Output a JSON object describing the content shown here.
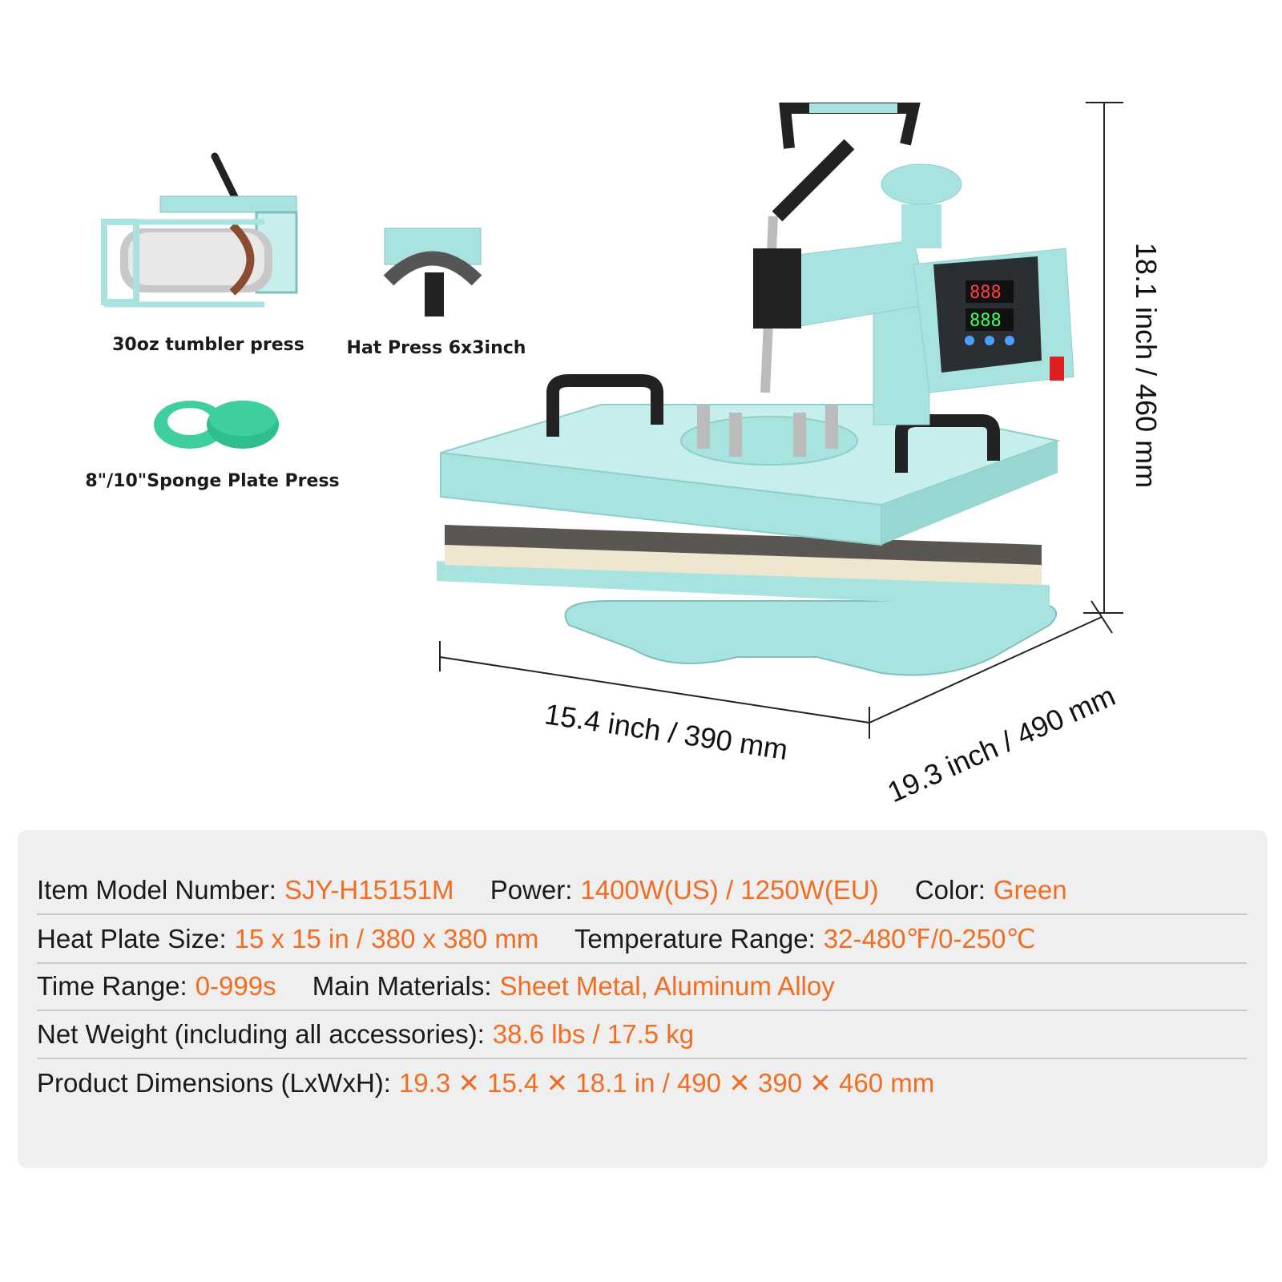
{
  "accessories": {
    "tumbler_label": "30oz tumbler press",
    "hat_label": "Hat Press 6x3inch",
    "sponge_label": "8\"/10\"Sponge Plate Press"
  },
  "dimensions": {
    "width": "15.4 inch / 390 mm",
    "depth": "19.3 inch / 490 mm",
    "height": "18.1 inch / 460 mm"
  },
  "specs": {
    "model": {
      "label": "Item Model Number:",
      "value": "SJY-H15151M"
    },
    "power": {
      "label": "Power:",
      "value": "1400W(US) / 1250W(EU)"
    },
    "color": {
      "label": "Color:",
      "value": "Green"
    },
    "plate_size": {
      "label": "Heat Plate Size:",
      "value": "15 x 15 in / 380 x 380 mm"
    },
    "temp_range": {
      "label": "Temperature Range:",
      "value": "32-480℉/0-250℃"
    },
    "time_range": {
      "label": "Time Range:",
      "value": "0-999s"
    },
    "materials": {
      "label": "Main Materials:",
      "value": "Sheet Metal, Aluminum Alloy"
    },
    "weight": {
      "label": "Net Weight (including all accessories):",
      "value": "38.6 lbs / 17.5 kg"
    },
    "dims": {
      "label": "Product Dimensions (LxWxH):",
      "value": "19.3 ✕ 15.4 ✕ 18.1 in / 490 ✕ 390 ✕ 460 mm"
    }
  },
  "colors": {
    "machine": "#a9e3e0",
    "accent_text": "#f26d21",
    "panel_bg": "#efefef"
  }
}
